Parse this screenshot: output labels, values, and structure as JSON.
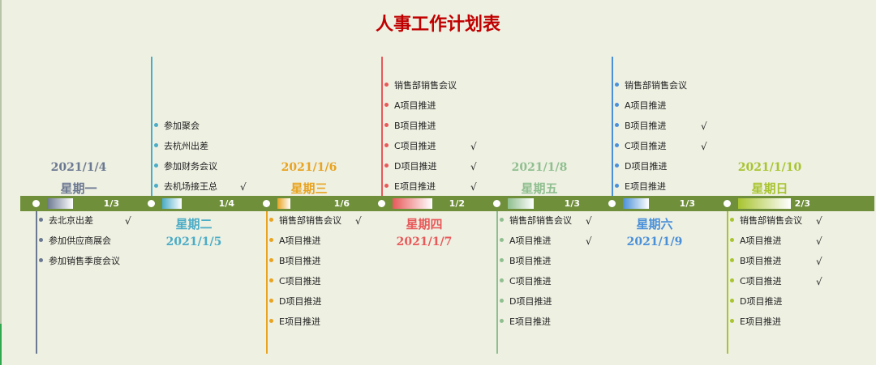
{
  "title": "人事工作计划表",
  "days": [
    {
      "date": "2021/1/4",
      "weekday": "星期一",
      "progress_label": "1/3",
      "progress": 0.333,
      "color": "#6b7891",
      "tasks": [
        {
          "text": "去北京出差",
          "done": "√"
        },
        {
          "text": "参加供应商展会",
          "done": ""
        },
        {
          "text": "参加销售季度会议",
          "done": ""
        }
      ]
    },
    {
      "date": "2021/1/5",
      "weekday": "星期二",
      "progress_label": "1/4",
      "progress": 0.25,
      "color": "#4bacc6",
      "tasks": [
        {
          "text": "参加聚会",
          "done": ""
        },
        {
          "text": "去杭州出差",
          "done": ""
        },
        {
          "text": "参加财务会议",
          "done": ""
        },
        {
          "text": "去机场接王总",
          "done": "√"
        }
      ]
    },
    {
      "date": "2021/1/6",
      "weekday": "星期三",
      "progress_label": "1/6",
      "progress": 0.167,
      "color": "#e8a320",
      "tasks": [
        {
          "text": "销售部销售会议",
          "done": "√"
        },
        {
          "text": "A项目推进",
          "done": ""
        },
        {
          "text": "B项目推进",
          "done": ""
        },
        {
          "text": "C项目推进",
          "done": ""
        },
        {
          "text": "D项目推进",
          "done": ""
        },
        {
          "text": "E项目推进",
          "done": ""
        }
      ]
    },
    {
      "date": "2021/1/7",
      "weekday": "星期四",
      "progress_label": "1/2",
      "progress": 0.5,
      "color": "#e8595a",
      "tasks": [
        {
          "text": "销售部销售会议",
          "done": ""
        },
        {
          "text": "A项目推进",
          "done": ""
        },
        {
          "text": "B项目推进",
          "done": ""
        },
        {
          "text": "C项目推进",
          "done": "√"
        },
        {
          "text": "D项目推进",
          "done": "√"
        },
        {
          "text": "E项目推进",
          "done": "√"
        }
      ]
    },
    {
      "date": "2021/1/8",
      "weekday": "星期五",
      "progress_label": "1/3",
      "progress": 0.333,
      "color": "#8fbf8f",
      "tasks": [
        {
          "text": "销售部销售会议",
          "done": "√"
        },
        {
          "text": "A项目推进",
          "done": "√"
        },
        {
          "text": "B项目推进",
          "done": ""
        },
        {
          "text": "C项目推进",
          "done": ""
        },
        {
          "text": "D项目推进",
          "done": ""
        },
        {
          "text": "E项目推进",
          "done": ""
        }
      ]
    },
    {
      "date": "2021/1/9",
      "weekday": "星期六",
      "progress_label": "1/3",
      "progress": 0.333,
      "color": "#4a90d9",
      "tasks": [
        {
          "text": "销售部销售会议",
          "done": ""
        },
        {
          "text": "A项目推进",
          "done": ""
        },
        {
          "text": "B项目推进",
          "done": "√"
        },
        {
          "text": "C项目推进",
          "done": "√"
        },
        {
          "text": "D项目推进",
          "done": ""
        },
        {
          "text": "E项目推进",
          "done": ""
        }
      ]
    },
    {
      "date": "2021/1/10",
      "weekday": "星期日",
      "progress_label": "2/3",
      "progress": 0.667,
      "color": "#a8c430",
      "tasks": [
        {
          "text": "销售部销售会议",
          "done": "√"
        },
        {
          "text": "A项目推进",
          "done": "√"
        },
        {
          "text": "B项目推进",
          "done": "√"
        },
        {
          "text": "C项目推进",
          "done": "√"
        },
        {
          "text": "D项目推进",
          "done": ""
        },
        {
          "text": "E项目推进",
          "done": ""
        }
      ]
    }
  ]
}
